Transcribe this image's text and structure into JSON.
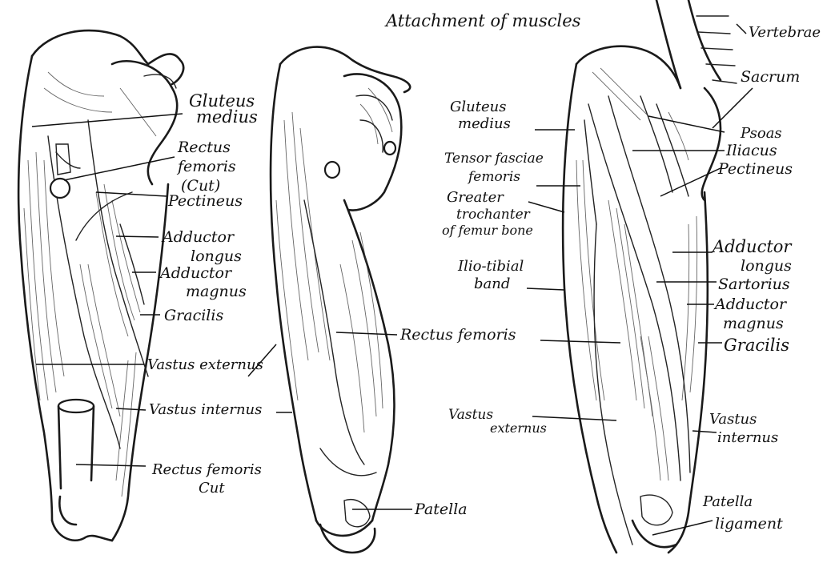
{
  "title": "Attachment of muscles",
  "figures": [
    {
      "id": "left",
      "labels": [
        {
          "key": "gluteus_medius",
          "lines": [
            "Gluteus",
            "medius"
          ]
        },
        {
          "key": "rectus_femoris_cut_top",
          "lines": [
            "Rectus",
            "femoris",
            "(Cut)"
          ]
        },
        {
          "key": "pectineus",
          "lines": [
            "Pectineus"
          ]
        },
        {
          "key": "adductor_longus",
          "lines": [
            "Adductor",
            "longus"
          ]
        },
        {
          "key": "adductor_magnus",
          "lines": [
            "Adductor",
            "magnus"
          ]
        },
        {
          "key": "gracilis",
          "lines": [
            "Gracilis"
          ]
        },
        {
          "key": "vastus_externus",
          "lines": [
            "Vastus externus"
          ]
        },
        {
          "key": "vastus_internus",
          "lines": [
            "Vastus internus"
          ]
        },
        {
          "key": "rectus_femoris_cut",
          "lines": [
            "Rectus femoris",
            "Cut"
          ]
        }
      ]
    },
    {
      "id": "middle",
      "labels": [
        {
          "key": "rectus_femoris",
          "lines": [
            "Rectus femoris"
          ]
        },
        {
          "key": "patella",
          "lines": [
            "Patella"
          ]
        }
      ]
    },
    {
      "id": "right",
      "labels": [
        {
          "key": "vertebrae",
          "lines": [
            "Vertebrae"
          ]
        },
        {
          "key": "sacrum",
          "lines": [
            "Sacrum"
          ]
        },
        {
          "key": "gluteus_medius",
          "lines": [
            "Gluteus",
            "medius"
          ]
        },
        {
          "key": "psoas",
          "lines": [
            "Psoas"
          ]
        },
        {
          "key": "iliacus",
          "lines": [
            "Iliacus"
          ]
        },
        {
          "key": "pectineus",
          "lines": [
            "Pectineus"
          ]
        },
        {
          "key": "tensor_fasciae",
          "lines": [
            "Tensor fasciae",
            "femoris"
          ]
        },
        {
          "key": "greater_trochanter",
          "lines": [
            "Greater",
            "trochanter",
            "of femur bone"
          ]
        },
        {
          "key": "ilio_tibial",
          "lines": [
            "Ilio-tibial",
            "band"
          ]
        },
        {
          "key": "adductor_longus",
          "lines": [
            "Adductor",
            "longus"
          ]
        },
        {
          "key": "sartorius",
          "lines": [
            "Sartorius"
          ]
        },
        {
          "key": "adductor_magnus",
          "lines": [
            "Adductor",
            "magnus"
          ]
        },
        {
          "key": "gracilis",
          "lines": [
            "Gracilis"
          ]
        },
        {
          "key": "vastus_externus",
          "lines": [
            "Vastus",
            "externus"
          ]
        },
        {
          "key": "vastus_internus",
          "lines": [
            "Vastus",
            "internus"
          ]
        },
        {
          "key": "patella_ligament",
          "lines": [
            "Patella",
            "ligament"
          ]
        }
      ]
    }
  ]
}
